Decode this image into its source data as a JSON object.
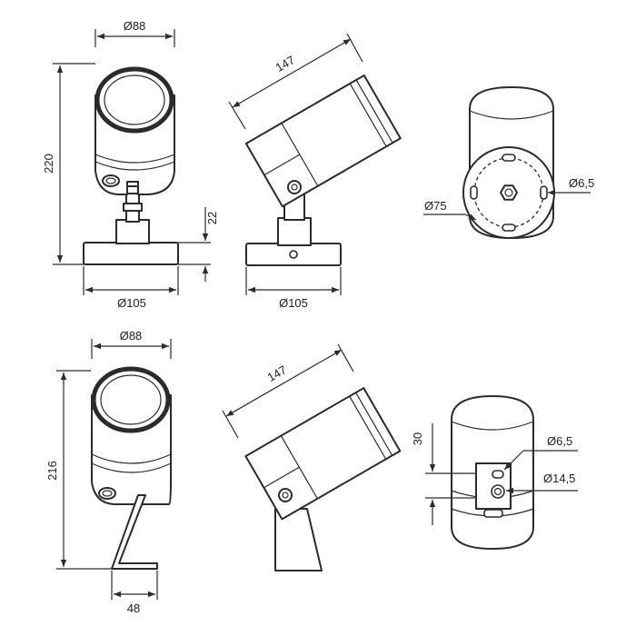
{
  "drawing": {
    "line_color": "#2b2b2b",
    "background": "#ffffff",
    "views": {
      "top_front": {
        "diameter": "Ø88",
        "height": "220",
        "base_offset": "22",
        "base_diameter": "Ø105"
      },
      "top_side": {
        "length": "147",
        "base_diameter": "Ø105"
      },
      "top_back": {
        "hole_diameter": "Ø6,5",
        "pitch_circle": "Ø75"
      },
      "bottom_front": {
        "diameter": "Ø88",
        "height": "216",
        "spike_width": "48"
      },
      "bottom_side": {
        "length": "147"
      },
      "bottom_back": {
        "spacing": "30",
        "hole_small": "Ø6,5",
        "hole_large": "Ø14,5"
      }
    }
  }
}
